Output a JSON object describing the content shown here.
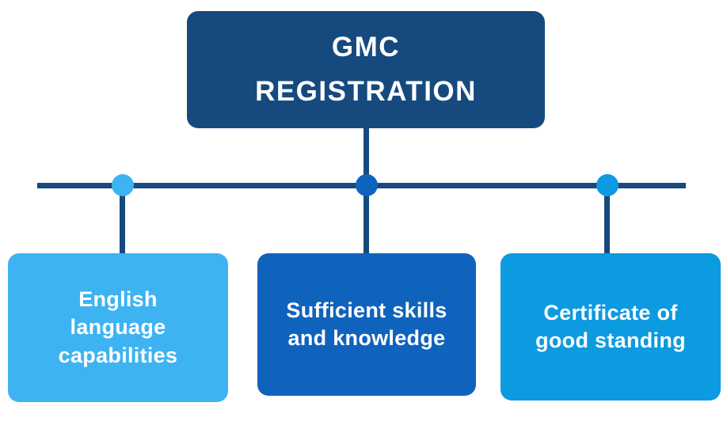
{
  "root": {
    "lines": [
      "GMC",
      "REGISTRATION"
    ],
    "color": "#164a7e"
  },
  "children": [
    {
      "lines": [
        "English",
        "language",
        "capabilities"
      ],
      "color": "#3eb3f1"
    },
    {
      "lines": [
        "Sufficient skills",
        "and knowledge"
      ],
      "color": "#1063bd"
    },
    {
      "lines": [
        "Certificate of",
        "good standing"
      ],
      "color": "#0c9ae1"
    }
  ],
  "connectors": {
    "color": "#164a7e"
  },
  "colors": {
    "background": "#ffffff",
    "text": "#ffffff",
    "navy": "#164a7e",
    "light_blue": "#3eb3f1",
    "medium_blue": "#1063bd",
    "azure": "#0c9ae1"
  }
}
